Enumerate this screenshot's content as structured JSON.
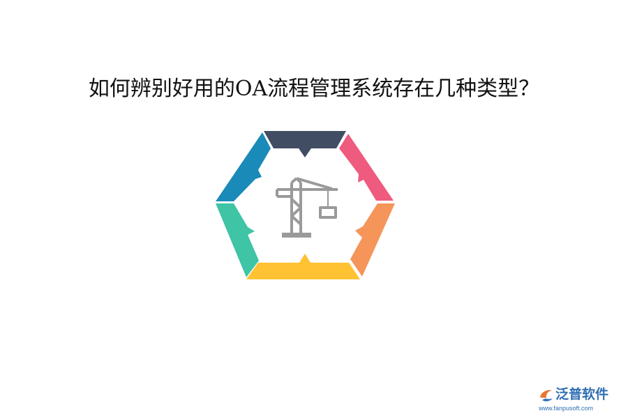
{
  "title": "如何辨别好用的OA流程管理系统存在几种类型？",
  "diagram": {
    "segment_colors": [
      "#404d63",
      "#ef5a7f",
      "#f5955a",
      "#ffc232",
      "#3fc4a5",
      "#1a8ab8"
    ],
    "center_icon": "crane-icon",
    "center_icon_color": "#9a9a9a"
  },
  "logo": {
    "name": "泛普软件",
    "url": "www.fanpusoft.com",
    "color": "#2f6fb3",
    "accent": "#e9742d"
  }
}
